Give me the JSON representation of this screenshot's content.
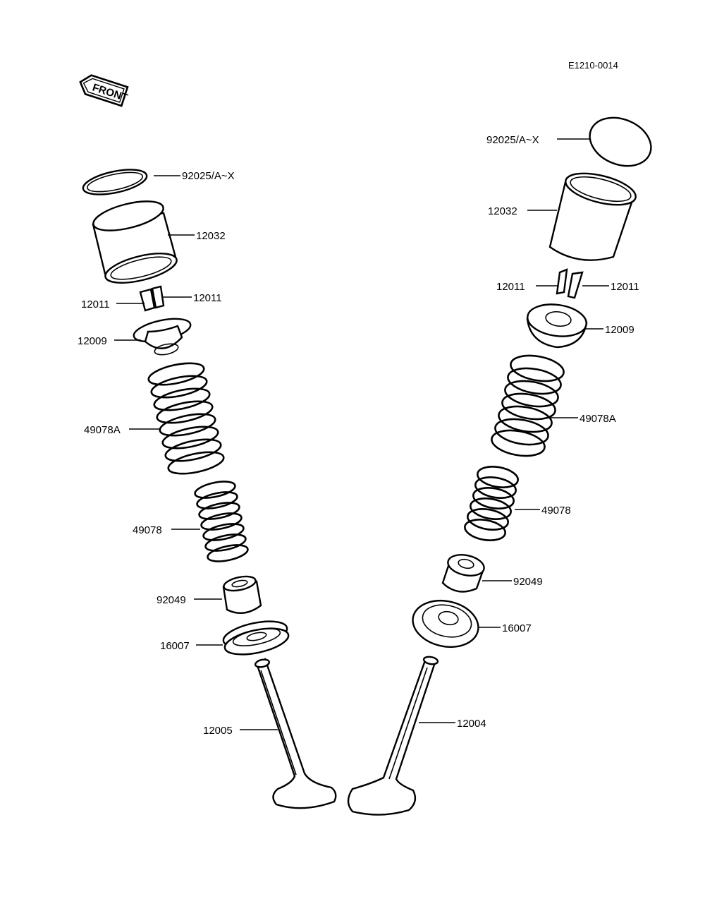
{
  "diagram_code": "E1210-0014",
  "front_badge": "FRONT",
  "left_labels": {
    "shim": "92025/A~X",
    "tappet": "12032",
    "keeper_a": "12011",
    "keeper_b": "12011",
    "retainer": "12009",
    "spring_outer": "49078A",
    "spring_inner": "49078",
    "seal": "92049",
    "seat": "16007",
    "valve": "12005"
  },
  "right_labels": {
    "shim": "92025/A~X",
    "tappet": "12032",
    "keeper_a": "12011",
    "keeper_b": "12011",
    "retainer": "12009",
    "spring_outer": "49078A",
    "spring_inner": "49078",
    "seal": "92049",
    "seat": "16007",
    "valve": "12004"
  }
}
